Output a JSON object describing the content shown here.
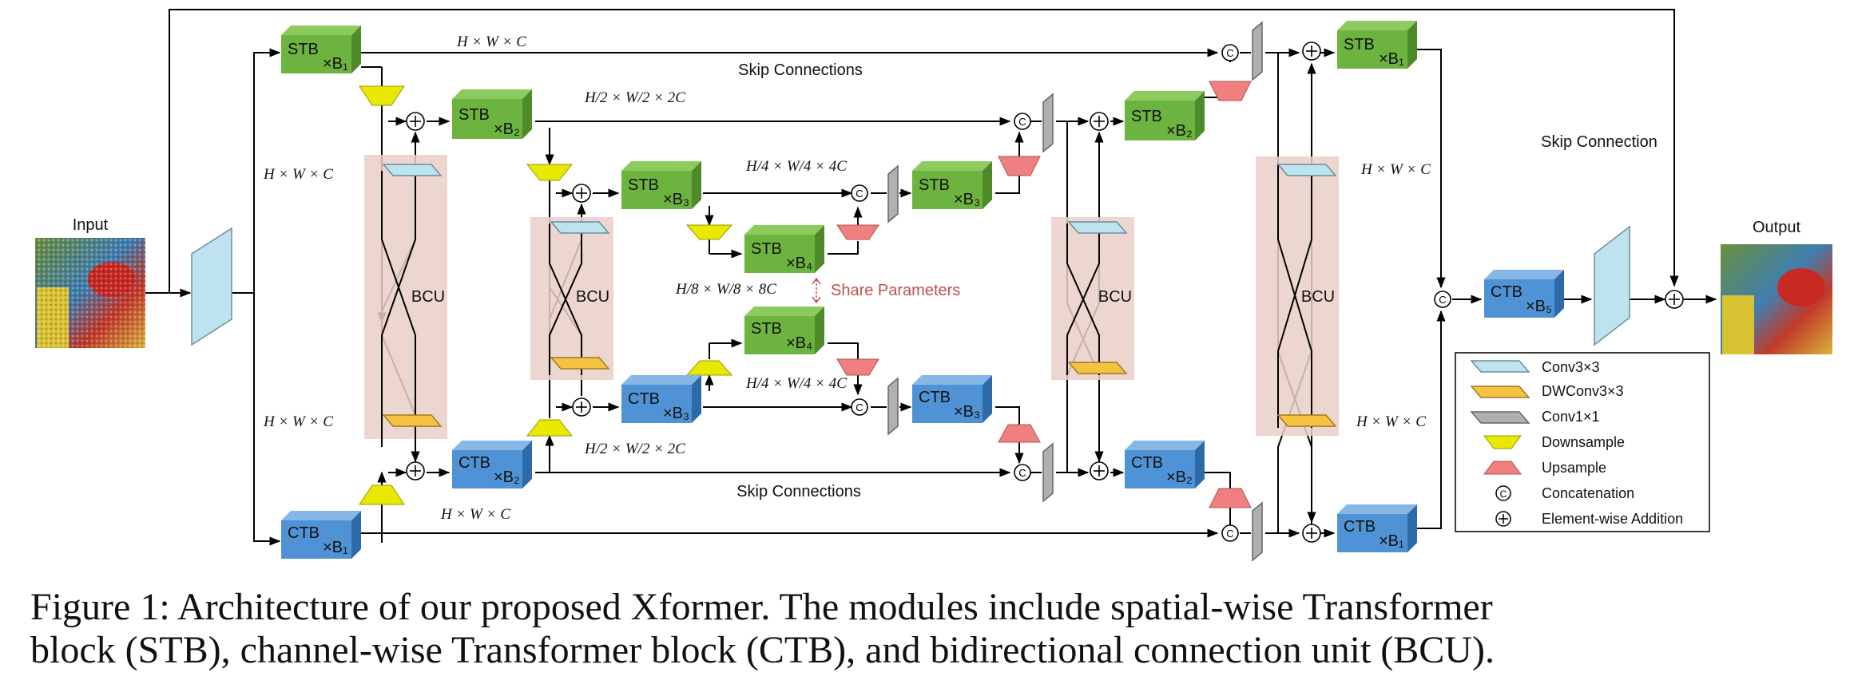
{
  "labels": {
    "input": "Input",
    "output": "Output",
    "skip_top": "Skip Connections",
    "skip_bottom": "Skip Connections",
    "skip_right": "Skip Connection",
    "share": "Share Parameters",
    "bcu": "BCU"
  },
  "modules": {
    "stb": "STB",
    "ctb": "CTB",
    "b1": "×B₁",
    "b2": "×B₂",
    "b3": "×B₃",
    "b4": "×B₄",
    "b5": "×B₅"
  },
  "dims": {
    "hwc": "H × W × C",
    "h2": "H/2 × W/2 × 2C",
    "h4": "H/4 × W/4 × 4C",
    "h8": "H/8 × W/8 × 8C"
  },
  "legend": [
    {
      "label": "Conv3×3",
      "icon": "conv3x3-icon",
      "color": "#bfe3ee"
    },
    {
      "label": "DWConv3×3",
      "icon": "dwconv3x3-icon",
      "color": "#f5c242"
    },
    {
      "label": "Conv1×1",
      "icon": "conv1x1-icon",
      "color": "#b0b0b0"
    },
    {
      "label": "Downsample",
      "icon": "downsample-icon",
      "color": "#e8e800"
    },
    {
      "label": "Upsample",
      "icon": "upsample-icon",
      "color": "#f08080"
    },
    {
      "label": "Concatenation",
      "icon": "concatenation-icon",
      "color": "#ffffff"
    },
    {
      "label": "Element-wise Addition",
      "icon": "addition-icon",
      "color": "#ffffff"
    }
  ],
  "caption": {
    "line1": "Figure 1: Architecture of our proposed Xformer. The modules include spatial-wise Transformer",
    "line2": "block (STB), channel-wise Transformer block (CTB), and bidirectional connection unit (BCU)."
  },
  "colors": {
    "stb": "#6db33f",
    "ctb": "#4f93d6",
    "bcu_bg": "#e9cfc7",
    "conv": "#bfe3ee",
    "dwconv": "#f5c242",
    "conv1": "#b0b0b0",
    "down": "#e8e800",
    "up": "#f08080",
    "share": "#c0504d"
  }
}
